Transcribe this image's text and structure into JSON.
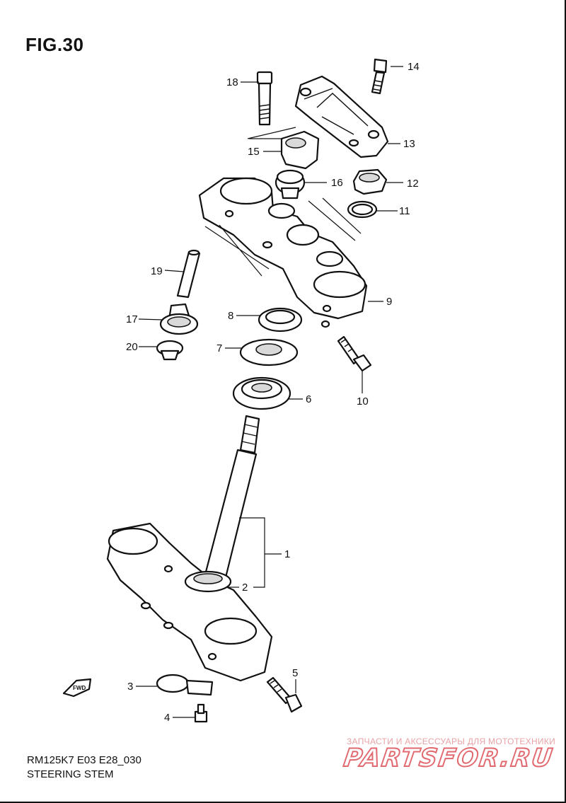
{
  "figure": {
    "title": "FIG.30",
    "model_code": "RM125K7 E03 E28_030",
    "name": "STEERING STEM"
  },
  "fwd_label": "FWD",
  "parts": [
    {
      "num": "1",
      "label": "1"
    },
    {
      "num": "2",
      "label": "2"
    },
    {
      "num": "3",
      "label": "3"
    },
    {
      "num": "4",
      "label": "4"
    },
    {
      "num": "5",
      "label": "5"
    },
    {
      "num": "6",
      "label": "6"
    },
    {
      "num": "7",
      "label": "7"
    },
    {
      "num": "8",
      "label": "8"
    },
    {
      "num": "9",
      "label": "9"
    },
    {
      "num": "10",
      "label": "10"
    },
    {
      "num": "11",
      "label": "11"
    },
    {
      "num": "12",
      "label": "12"
    },
    {
      "num": "13",
      "label": "13"
    },
    {
      "num": "14",
      "label": "14"
    },
    {
      "num": "15",
      "label": "15"
    },
    {
      "num": "16",
      "label": "16"
    },
    {
      "num": "17",
      "label": "17"
    },
    {
      "num": "18",
      "label": "18"
    },
    {
      "num": "19",
      "label": "19"
    },
    {
      "num": "20",
      "label": "20"
    }
  ],
  "watermark": {
    "caption": "ЗАПЧАСТИ И АКСЕССУАРЫ ДЛЯ МОТОТЕХНИКИ",
    "logo": "PARTSFOR.RU"
  }
}
